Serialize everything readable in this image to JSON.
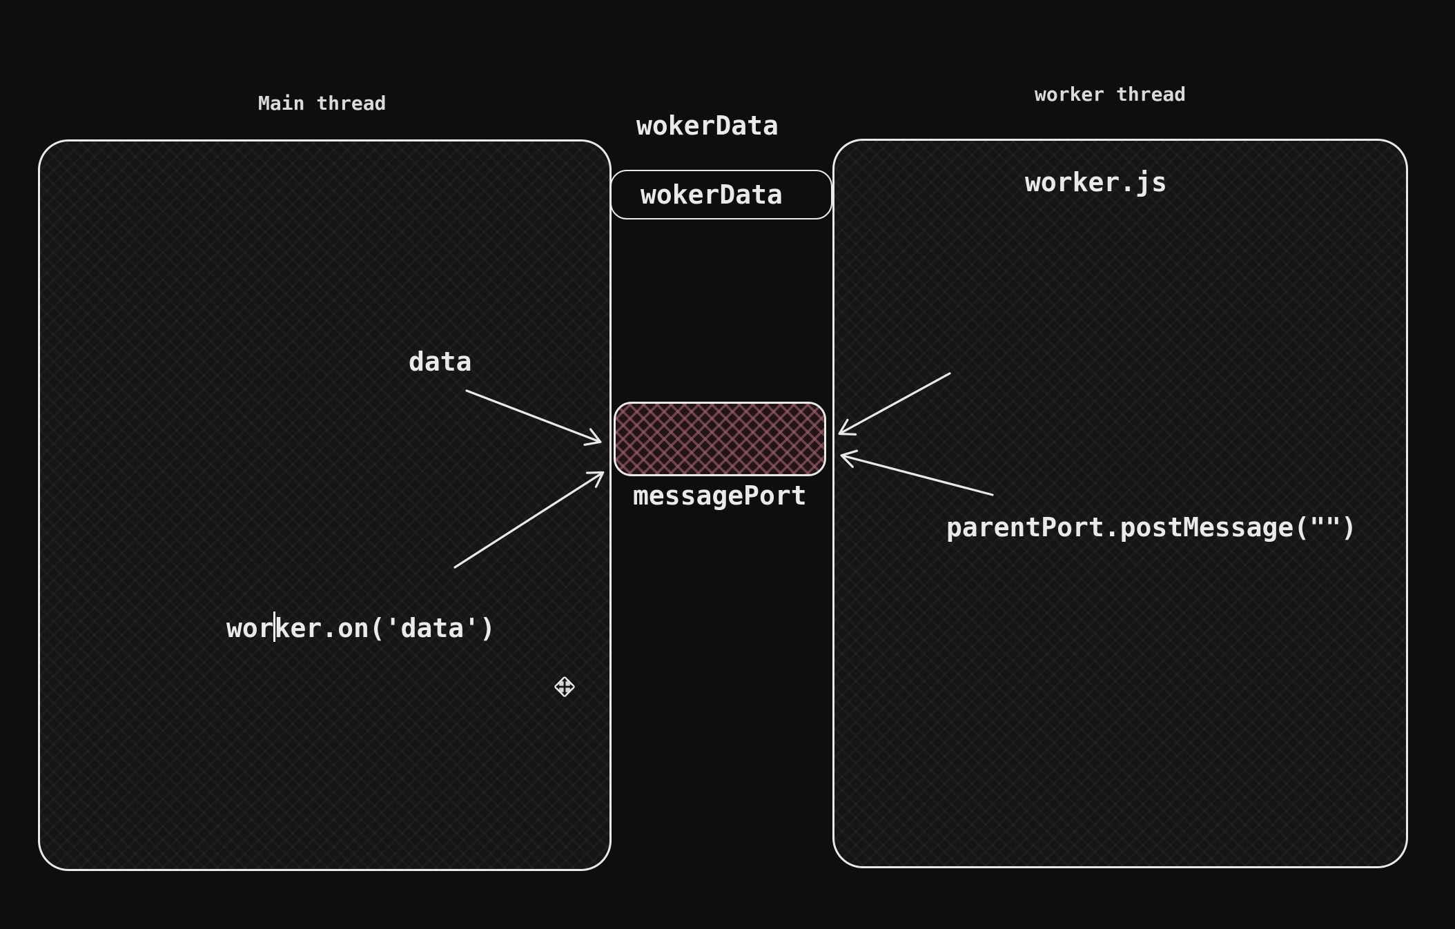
{
  "app": {
    "type": "whiteboard-diagram-canvas"
  },
  "colors": {
    "canvas_bg": "#0e0e0e",
    "box_fill": "#151515",
    "stroke": "#e9e9e7",
    "text": "#eceae8",
    "title_text": "#dcdad8",
    "port_fill": "#241317",
    "port_hatch": "#9a626d"
  },
  "main_thread": {
    "title": "Main thread",
    "data_label": "data",
    "listener_before_caret": "wor",
    "listener_after_caret": "ker.on('data')"
  },
  "worker_thread": {
    "title": "worker thread",
    "filename": "worker.js",
    "post_message_label": "parentPort.postMessage(\"\")"
  },
  "channel": {
    "worker_data_label_top": "wokerData",
    "worker_data_label_boxed": "wokerData",
    "port_label": "messagePort"
  },
  "cursor": {
    "icon": "move-cursor"
  }
}
